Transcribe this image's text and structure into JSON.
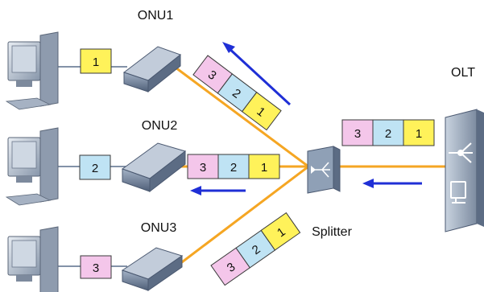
{
  "labels": {
    "onu1": "ONU1",
    "onu2": "ONU2",
    "onu3": "ONU3",
    "olt": "OLT",
    "splitter": "Splitter"
  },
  "colors": {
    "fiber": "#f5a623",
    "wire": "#5a6e8c",
    "arrow": "#1f2fd6",
    "frame1": "#fff25a",
    "frame2": "#bfe3f4",
    "frame3": "#f4c6ea",
    "device": "#6f7f96"
  },
  "frames": {
    "onu1_local": "1",
    "onu2_local": "2",
    "onu3_local": "3",
    "seq": [
      "3",
      "2",
      "1"
    ]
  }
}
